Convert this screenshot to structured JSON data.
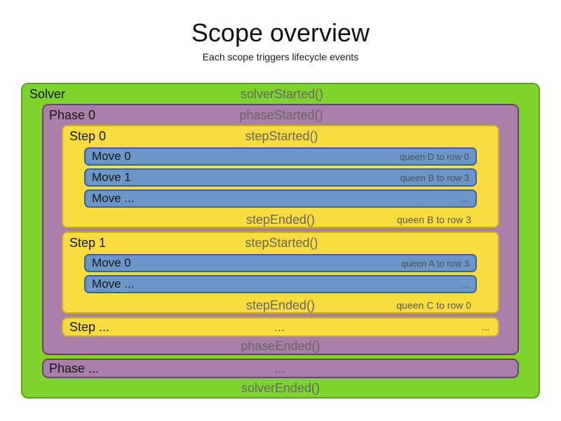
{
  "title": "Scope overview",
  "subtitle": "Each scope triggers lifecycle events",
  "colors": {
    "solver_fill": "#7ED32D",
    "solver_border": "#5BA51E",
    "phase_fill": "#A87FA8",
    "phase_border": "#6A4070",
    "step_fill": "#F9DC3E",
    "step_border": "#CFA937",
    "move_fill": "#6C96C8",
    "move_border": "#3A62A0",
    "label_text": "#161616",
    "method_text": "#666666"
  },
  "solver": {
    "label": "Solver",
    "started": "solverStarted()",
    "ended": "solverEnded()",
    "phases": [
      {
        "label": "Phase 0",
        "started": "phaseStarted()",
        "ended": "phaseEnded()",
        "steps": [
          {
            "label": "Step 0",
            "started": "stepStarted()",
            "ended": "stepEnded()",
            "ended_note": "queen B to row 3",
            "moves": [
              {
                "label": "Move 0",
                "note": "queen D to row 0"
              },
              {
                "label": "Move 1",
                "note": "queen B to row 3"
              },
              {
                "label": "Move ...",
                "note": "..."
              }
            ]
          },
          {
            "label": "Step 1",
            "started": "stepStarted()",
            "ended": "stepEnded()",
            "ended_note": "queen C to row 0",
            "moves": [
              {
                "label": "Move 0",
                "note": "queen A to row 3"
              },
              {
                "label": "Move ...",
                "note": "..."
              }
            ]
          },
          {
            "label": "Step ...",
            "center": "...",
            "right": "..."
          }
        ]
      },
      {
        "label": "Phase ...",
        "center": "..."
      }
    ]
  }
}
